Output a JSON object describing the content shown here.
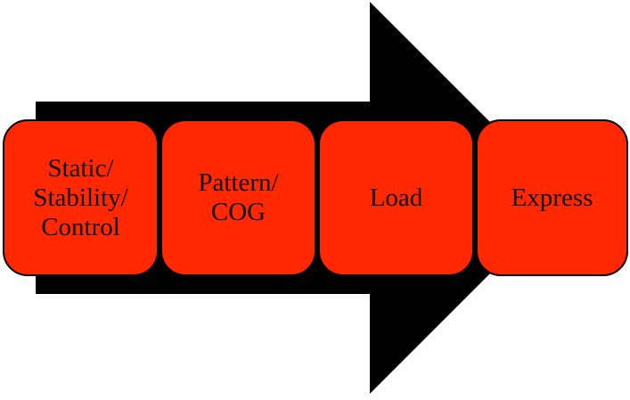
{
  "diagram": {
    "steps": [
      {
        "label": "Static/\nStability/\nControl"
      },
      {
        "label": "Pattern/\nCOG"
      },
      {
        "label": "Load"
      },
      {
        "label": "Express"
      }
    ],
    "colors": {
      "box_fill": "#ff2800",
      "arrow_fill": "#000000",
      "text": "#111111"
    }
  }
}
